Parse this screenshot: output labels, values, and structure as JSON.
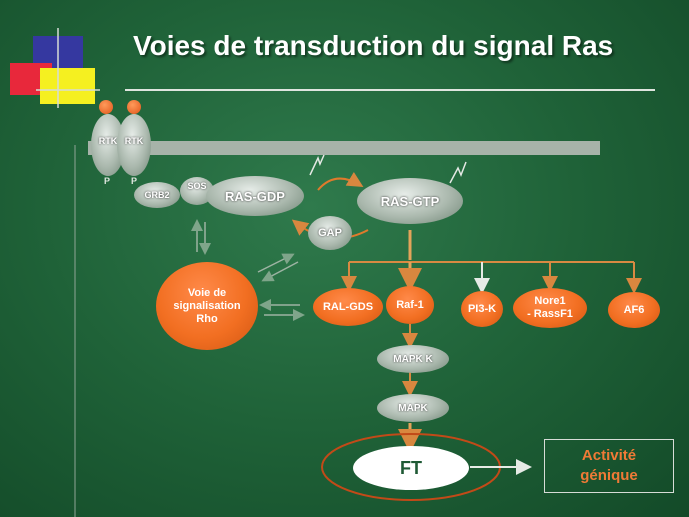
{
  "title": "Voies de transduction du signal Ras",
  "nodes": {
    "rtk_1": "RTK",
    "rtk_2": "RTK",
    "p_1": "P",
    "p_2": "P",
    "grb2": "GRB2",
    "sos": "SOS",
    "ras_gdp": "RAS-GDP",
    "ras_gtp": "RAS-GTP",
    "gap": "GAP",
    "rho": [
      "Voie de",
      "signalisation",
      "Rho"
    ],
    "ral_gds": "RAL-GDS",
    "raf1": "Raf-1",
    "pi3k": "PI3-K",
    "nore1": [
      "Nore1",
      "- RassF1"
    ],
    "af6": "AF6",
    "mapkk": "MAPK K",
    "mapk": "MAPK",
    "ft": "FT",
    "activity": [
      "Activité",
      "génique"
    ]
  },
  "colors": {
    "background": "#1f6238",
    "orange": "#f26f22",
    "membrane": "#a7b3a9",
    "arrow": "#d8873f"
  }
}
